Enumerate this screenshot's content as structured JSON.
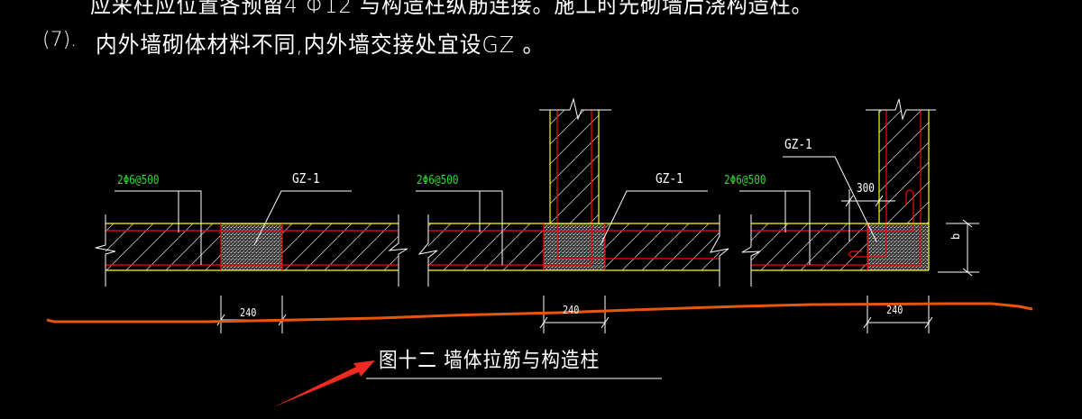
{
  "notes": {
    "top_cut_line": "应采柱应位置各预留4 Φ12 与构造柱纵筋连接。施工时先砌墙后浇构造柱。",
    "item_7_number": "(7).",
    "item_7_text": "内外墙砌体材料不同,内外墙交接处宜设GZ 。"
  },
  "details": [
    {
      "id": "straight-wall",
      "rebar_label": "2Φ6@500",
      "column_label": "GZ-1",
      "dimension": "240"
    },
    {
      "id": "t-junction",
      "rebar_label": "2Φ6@500",
      "column_label": "GZ-1",
      "dimension": "240"
    },
    {
      "id": "l-corner",
      "rebar_label": "2Φ6@500",
      "column_label": "GZ-1",
      "dimension": "240",
      "anchor_dimension": "300",
      "wall_thickness_label": "b"
    }
  ],
  "caption": "图十二  墙体拉筋与构造柱",
  "colors": {
    "background": "#000000",
    "wall_edge": "#ffff00",
    "rebar": "#ff0000",
    "label_green": "#2fdc2f",
    "annotation": "#ffffff",
    "markup_line": "#e8560c",
    "markup_arrow": "#f02a22",
    "hatch": "#bfbfbf"
  }
}
